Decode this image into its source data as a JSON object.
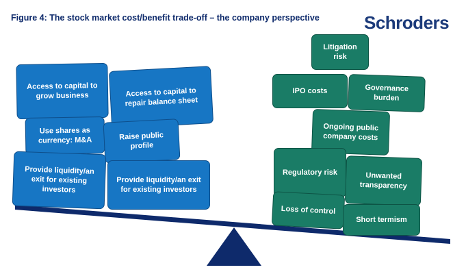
{
  "title": "Figure 4: The stock market cost/benefit trade-off – the company perspective",
  "logo_text": "Schroders",
  "colors": {
    "benefit": "#1776c4",
    "cost": "#1a7c66",
    "beam": "#0e2a6b",
    "title": "#0e2a6b"
  },
  "benefits": [
    "Access to capital to grow business",
    "Access to capital to repair balance sheet",
    "Use shares as currency: M&A",
    "Raise public profile",
    "Provide liquidity/an exit for existing investors",
    "Provide liquidity/an exit for existing investors"
  ],
  "costs": [
    "Litigation risk",
    "IPO costs",
    "Governance burden",
    "Ongoing public company costs",
    "Regulatory risk",
    "Unwanted transparency",
    "Loss of control",
    "Short termism"
  ]
}
